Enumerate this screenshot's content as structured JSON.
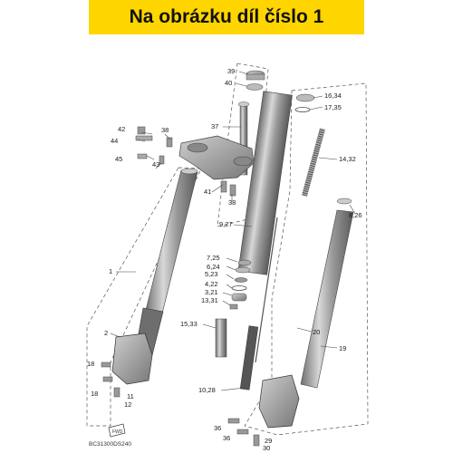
{
  "banner": {
    "title": "Na obrázku díl číslo 1",
    "color": "#ffd500"
  },
  "diagram": {
    "drawing_code": "BC31300DS240",
    "callouts": {
      "c1": "1",
      "c2": "2",
      "c3_21": "3,21",
      "c4_22": "4,22",
      "c5_23": "5,23",
      "c6_24": "6,24",
      "c7_25": "7,25",
      "c8_26": "8,26",
      "c9_27": "9,27",
      "c10_28": "10,28",
      "c11": "11",
      "c12": "12",
      "c13_31": "13,31",
      "c14_32": "14,32",
      "c15_33": "15,33",
      "c16_34": "16,34",
      "c17_35": "17,35",
      "c18a": "18",
      "c18b": "18",
      "c19": "19",
      "c20": "20",
      "c29": "29",
      "c30": "30",
      "c36a": "36",
      "c36b": "36",
      "c37": "37",
      "c38a": "38",
      "c38b": "38",
      "c39": "39",
      "c40": "40",
      "c41": "41",
      "c42": "42",
      "c43": "43",
      "c44": "44",
      "c45": "45"
    }
  }
}
